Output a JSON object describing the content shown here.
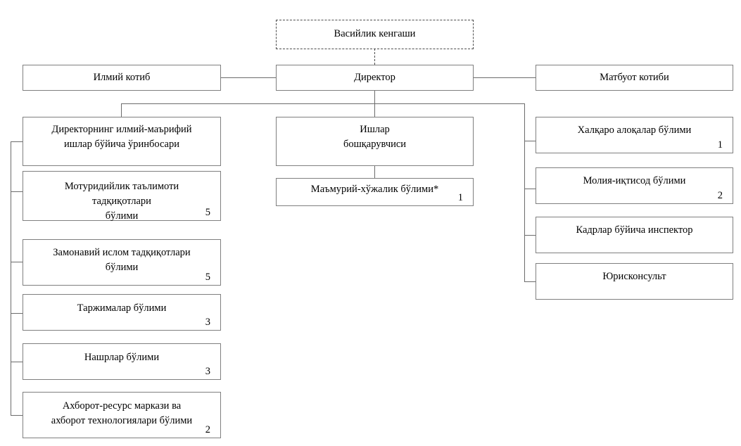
{
  "chart_title": "",
  "nodes": {
    "council": {
      "label": "Васийлик кенгаши",
      "count": ""
    },
    "scientific_secretary": {
      "label": "Илмий котиб",
      "count": ""
    },
    "director": {
      "label": "Директор",
      "count": ""
    },
    "press_secretary": {
      "label": "Матбуот котиби",
      "count": ""
    },
    "deputy_director": {
      "label": "Директорнинг илмий-маърифий\nишлар бўйича ўринбосари",
      "count": ""
    },
    "maturidi_dept": {
      "label": "Мотуридийлик таълимоти\nтадқиқотлари\nбўлими",
      "count": "5"
    },
    "modern_islam_dept": {
      "label": "Замонавий ислом тадқиқотлари\nбўлими",
      "count": "5"
    },
    "translations_dept": {
      "label": "Таржималар бўлими",
      "count": "3"
    },
    "publications_dept": {
      "label": "Нашрлар бўлими",
      "count": "3"
    },
    "info_resource_dept": {
      "label": "Ахборот-ресурс маркази ва\nахборот технологиялари бўлими",
      "count": "2"
    },
    "affairs_manager": {
      "label": "Ишлар\nбошқарувчиси",
      "count": ""
    },
    "admin_economic_dept": {
      "label": "Маъмурий-хўжалик бўлими*",
      "count": "1"
    },
    "international_relations_dept": {
      "label": "Халқаро алоқалар бўлими",
      "count": "1"
    },
    "finance_economy_dept": {
      "label": "Молия-иқтисод бўлими",
      "count": "2"
    },
    "hr_inspector": {
      "label": "Кадрлар бўйича инспектор",
      "count": ""
    },
    "legal_counsel": {
      "label": "Юрисконсульт",
      "count": ""
    }
  },
  "colors": {
    "box_border": "#7f7f7f",
    "dashed_border": "#4d4d4d",
    "connector": "#6b6b6b",
    "background": "#ffffff",
    "text": "#000000"
  }
}
